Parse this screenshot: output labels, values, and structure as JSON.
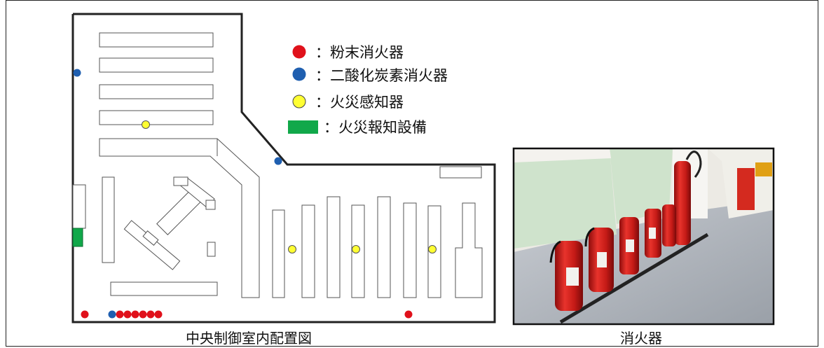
{
  "legend": {
    "items": [
      {
        "symbol": "red-circle",
        "color": "#e0111b",
        "label": "：粉末消火器"
      },
      {
        "symbol": "blue-circle",
        "color": "#1f5fb0",
        "label": "：二酸化炭素消火器"
      },
      {
        "symbol": "yellow-circle",
        "color": "#ffff33",
        "label": "：火災感知器"
      },
      {
        "symbol": "green-rect",
        "color": "#11a84a",
        "label": "：火災報知設備"
      }
    ]
  },
  "captions": {
    "layout": "中央制御室内配置図",
    "photo": "消火器"
  },
  "colors": {
    "powder_extinguisher": "#e0111b",
    "co2_extinguisher": "#1f5fb0",
    "fire_detector": "#ffff33",
    "fire_alarm": "#11a84a"
  }
}
